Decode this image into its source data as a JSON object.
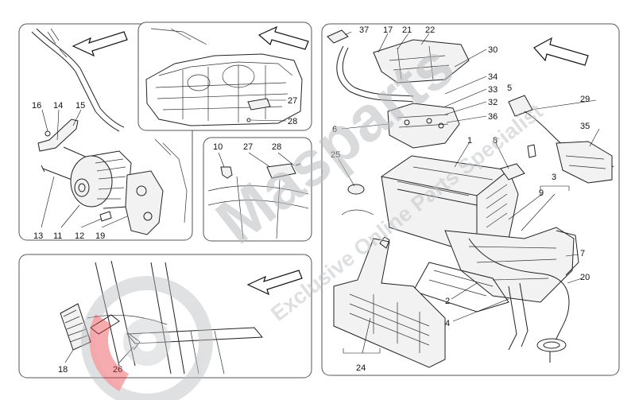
{
  "watermark": {
    "brand": "Masparts",
    "tagline": "Exclusive Online Parts Specialist"
  },
  "panels": {
    "alternator_view": {
      "callouts": [
        "16",
        "14",
        "15",
        "13",
        "11",
        "12",
        "19"
      ]
    },
    "engine_bay_view": {
      "callouts": [
        "27",
        "28"
      ]
    },
    "sensor_detail": {
      "callouts": [
        "10",
        "27",
        "28"
      ]
    },
    "pedal_view": {
      "callouts": [
        "18",
        "26"
      ]
    },
    "battery_view": {
      "callouts": [
        "37",
        "17",
        "21",
        "22",
        "30",
        "34",
        "33",
        "32",
        "36",
        "5",
        "6",
        "29",
        "35",
        "8",
        "1",
        "25",
        "3",
        "9",
        "7",
        "20",
        "2",
        "4",
        "24"
      ]
    }
  },
  "colors": {
    "line": "#222222",
    "watermark": "#b9bcc0",
    "logo_red": "#e8323c"
  }
}
